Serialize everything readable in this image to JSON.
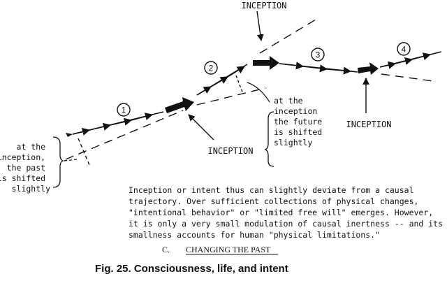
{
  "labels": {
    "inception_top": "INCEPTION",
    "inception_mid": "INCEPTION",
    "inception_right": "INCEPTION",
    "circle_1": "1",
    "circle_2": "2",
    "circle_3": "3",
    "circle_4": "4"
  },
  "note_right": {
    "lines": [
      "at the",
      "inception",
      "the future",
      "is shifted",
      "slightly"
    ]
  },
  "note_left": {
    "lines": [
      "at the",
      "inception,",
      "the past",
      "is shifted",
      "slightly"
    ]
  },
  "body_text": {
    "lines": [
      "Inception or intent thus can slightly deviate from a causal",
      "trajectory.  Over sufficient collections of physical changes,",
      "\"intentional behavior\" or \"limited free will\" emerges.  However,",
      "it is only a very small modulation of causal inertness -- and its",
      "smallness accounts for human \"physical limitations.\""
    ]
  },
  "section": {
    "letter": "C.",
    "title": "CHANGING THE PAST"
  },
  "caption": "Fig. 25.  Consciousness, life, and intent",
  "colors": {
    "ink": "#111111",
    "paper": "#ffffff"
  }
}
